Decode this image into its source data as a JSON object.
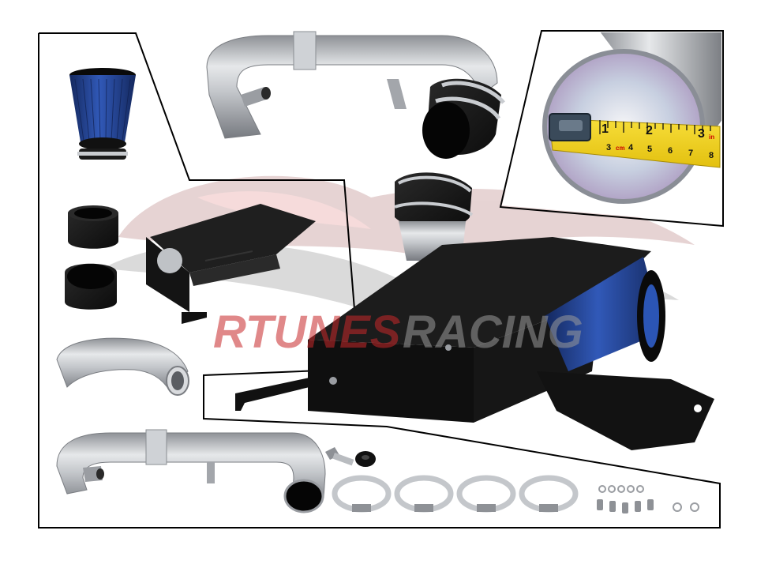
{
  "watermark": {
    "brand_left": "RTUNES",
    "brand_right": "RACING"
  },
  "inset_tape": {
    "inch_marks": [
      "1",
      "2",
      "3"
    ],
    "inch_unit": "in",
    "cm_marks": [
      "3",
      "4",
      "5",
      "6",
      "7",
      "8"
    ],
    "cm_unit": "cm"
  },
  "colors": {
    "filter_blue": "#1f3f8f",
    "coupler_black": "#111111",
    "pipe_silver": "#b9bcc0",
    "shield_black": "#1a1a1a",
    "tape_yellow": "#f2d21a",
    "watermark_red": "#c8282a",
    "frame_line": "#000000"
  },
  "parts": [
    "air-filter",
    "silicone-coupler",
    "heat-shield",
    "elbow-pipe",
    "intake-pipe",
    "hose-clamp",
    "mounting-hardware"
  ]
}
